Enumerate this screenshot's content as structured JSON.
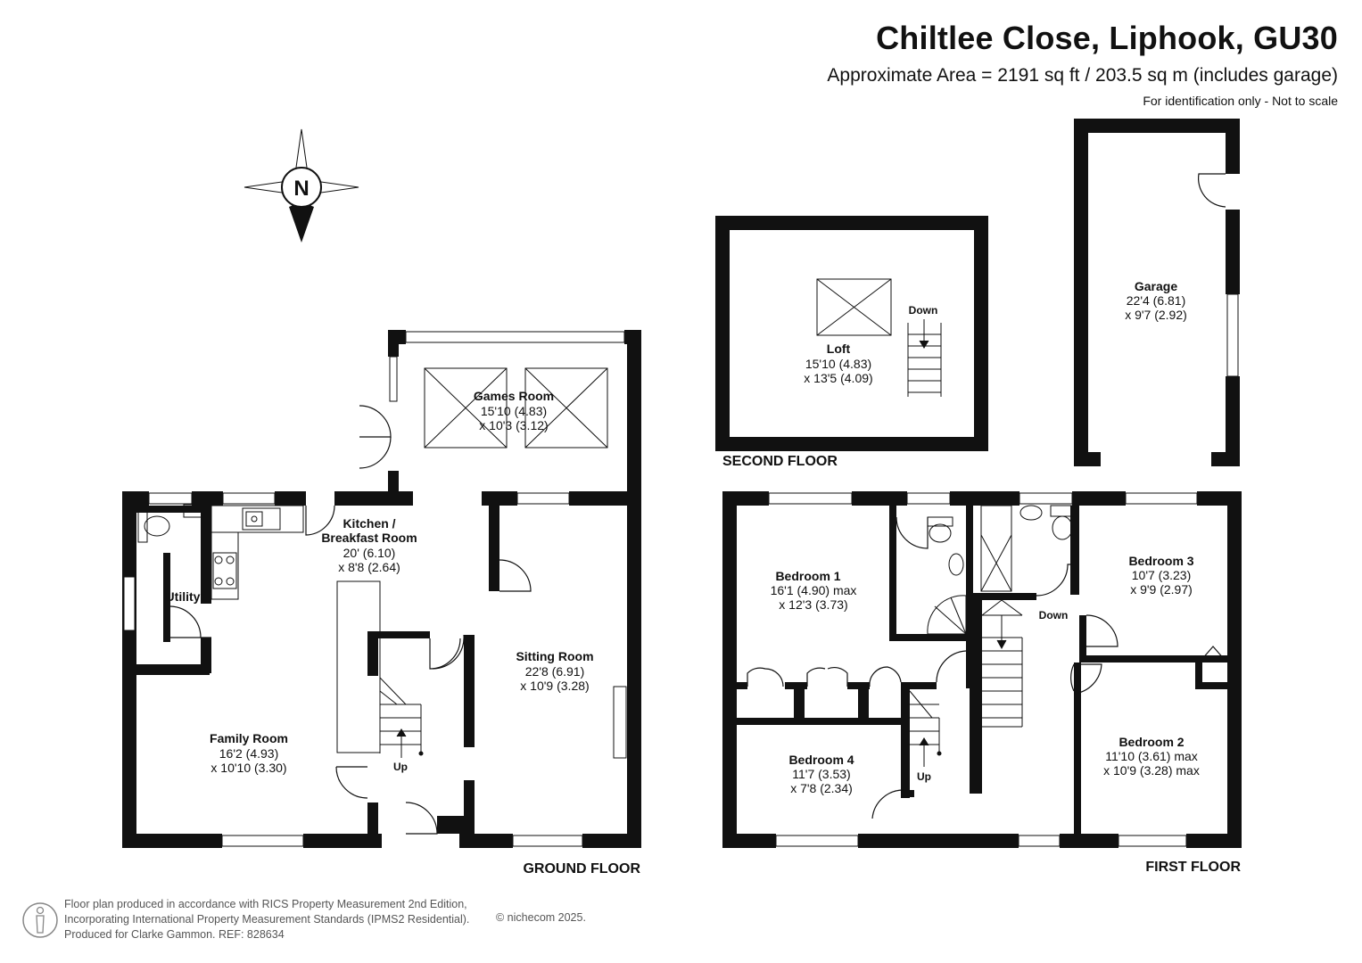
{
  "header": {
    "title": "Chiltlee Close, Liphook, GU30",
    "area": "Approximate Area = 2191 sq ft / 203.5 sq m (includes garage)",
    "note": "For identification only - Not to scale"
  },
  "compass": {
    "letter": "N"
  },
  "floors": {
    "ground": "GROUND FLOOR",
    "first": "FIRST FLOOR",
    "second": "SECOND FLOOR"
  },
  "rooms": {
    "games": {
      "name": "Games Room",
      "dim1": "15'10 (4.83)",
      "dim2": "x 10'3 (3.12)"
    },
    "kitchen": {
      "name1": "Kitchen /",
      "name2": "Breakfast Room",
      "dim1": "20' (6.10)",
      "dim2": "x 8'8 (2.64)"
    },
    "utility": {
      "name": "Utility"
    },
    "sitting": {
      "name": "Sitting Room",
      "dim1": "22'8 (6.91)",
      "dim2": "x 10'9 (3.28)"
    },
    "family": {
      "name": "Family Room",
      "dim1": "16'2 (4.93)",
      "dim2": "x 10'10 (3.30)"
    },
    "loft": {
      "name": "Loft",
      "dim1": "15'10 (4.83)",
      "dim2": "x 13'5 (4.09)"
    },
    "garage": {
      "name": "Garage",
      "dim1": "22'4 (6.81)",
      "dim2": "x 9'7 (2.92)"
    },
    "bed1": {
      "name": "Bedroom 1",
      "dim1": "16'1 (4.90) max",
      "dim2": "x 12'3 (3.73)"
    },
    "bed2": {
      "name": "Bedroom 2",
      "dim1": "11'10 (3.61) max",
      "dim2": "x 10'9 (3.28) max"
    },
    "bed3": {
      "name": "Bedroom 3",
      "dim1": "10'7 (3.23)",
      "dim2": "x 9'9 (2.97)"
    },
    "bed4": {
      "name": "Bedroom 4",
      "dim1": "11'7 (3.53)",
      "dim2": "x 7'8 (2.34)"
    }
  },
  "stairs": {
    "up": "Up",
    "down": "Down"
  },
  "footer": {
    "line1": "Floor plan produced in accordance with RICS Property Measurement 2nd Edition,",
    "line2": "Incorporating International Property Measurement Standards (IPMS2 Residential).",
    "line3": "Produced for Clarke Gammon.   REF:  828634",
    "copyright": "© nichecom 2025."
  }
}
